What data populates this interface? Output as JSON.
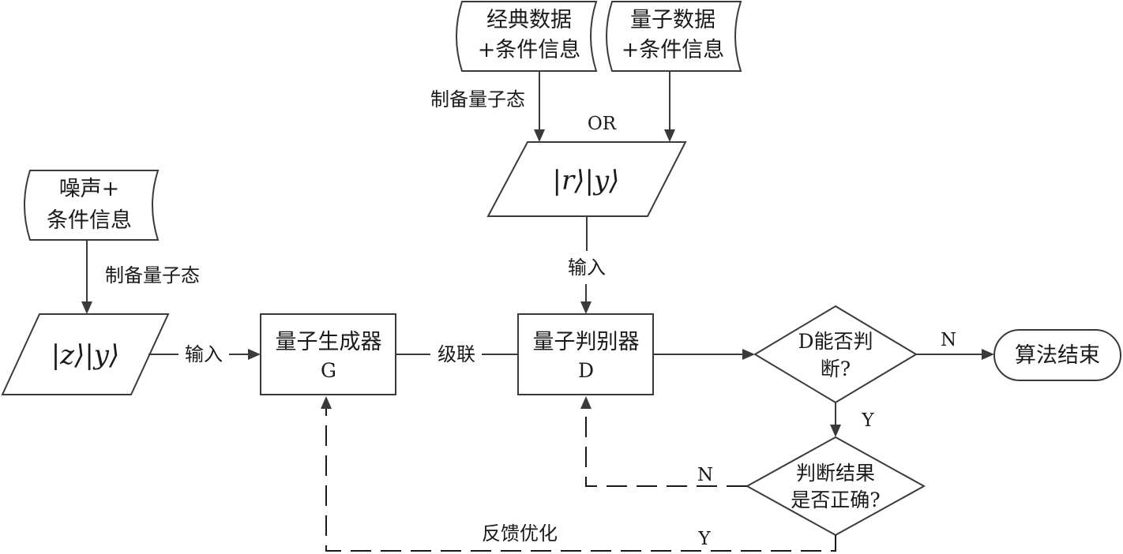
{
  "inputs": {
    "classical_data": [
      "经典数据",
      "+条件信息"
    ],
    "quantum_data": [
      "量子数据",
      "+条件信息"
    ],
    "noise": [
      "噪声+",
      "条件信息"
    ]
  },
  "states": {
    "r_state": "|r⟩|y⟩",
    "z_state": "|z⟩|y⟩"
  },
  "processes": {
    "generator": [
      "量子生成器",
      "G"
    ],
    "discriminator": [
      "量子判别器",
      "D"
    ]
  },
  "decisions": {
    "can_judge": [
      "D能否判",
      "断?"
    ],
    "judge_correct": [
      "判断结果",
      "是否正确?"
    ]
  },
  "terminal": "算法结束",
  "edge_labels": {
    "prepare_top": "制备量子态",
    "or": "OR",
    "input_top": "输入",
    "prepare_left": "制备量子态",
    "input_left": "输入",
    "cascade": "级联",
    "no_end": "N",
    "yes_down": "Y",
    "no_back": "N",
    "yes_back": "Y",
    "feedback": "反馈优化"
  }
}
